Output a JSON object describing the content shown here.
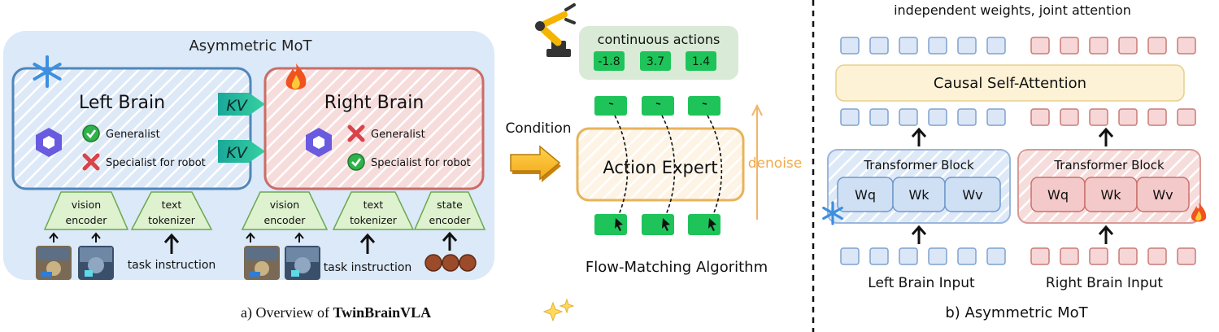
{
  "left_panel": {
    "title": "Asymmetric MoT",
    "left_brain": {
      "title": "Left Brain",
      "features": [
        {
          "label": "Generalist",
          "status": "check"
        },
        {
          "label": "Specialist for robot",
          "status": "cross"
        }
      ],
      "inputs": {
        "vision_encoder": [
          "vision",
          "encoder"
        ],
        "text_tokenizer": [
          "text",
          "tokenizer"
        ],
        "task_instruction": "task instruction"
      }
    },
    "right_brain": {
      "title": "Right Brain",
      "features": [
        {
          "label": "Generalist",
          "status": "cross"
        },
        {
          "label": "Specialist for robot",
          "status": "check"
        }
      ],
      "inputs": {
        "vision_encoder": [
          "vision",
          "encoder"
        ],
        "text_tokenizer": [
          "text",
          "tokenizer"
        ],
        "state_encoder": [
          "state",
          "encoder"
        ],
        "task_instruction": "task instruction"
      }
    },
    "kv_labels": [
      "KV",
      "KV"
    ],
    "caption_prefix": "a)  Overview of ",
    "caption_bold": "TwinBrainVLA"
  },
  "action": {
    "condition_label": "Condition",
    "continuous_actions_title": "continuous actions",
    "action_values": [
      "-1.8",
      "3.7",
      "1.4"
    ],
    "action_expert_label": "Action Expert",
    "denoise_label": "denoise",
    "algorithm_label": "Flow-Matching Algorithm"
  },
  "right_panel": {
    "top_label": "independent weights, joint attention",
    "attention_label": "Causal Self-Attention",
    "left_block": {
      "title": "Transformer Block",
      "weights": [
        "Wq",
        "Wk",
        "Wv"
      ],
      "input_label": "Left Brain Input"
    },
    "right_block": {
      "title": "Transformer Block",
      "weights": [
        "Wq",
        "Wk",
        "Wv"
      ],
      "input_label": "Right Brain Input"
    },
    "caption": "b)  Asymmetric MoT"
  },
  "colors": {
    "blue_fill": "#dbe8f7",
    "blue_stroke": "#5b8fc0",
    "red_fill": "#f6dede",
    "red_stroke": "#c9716b",
    "green": "#22c55e",
    "orange": "#e8b35a",
    "token_blue": "#dbe6f6",
    "token_red": "#f6d6d6"
  }
}
